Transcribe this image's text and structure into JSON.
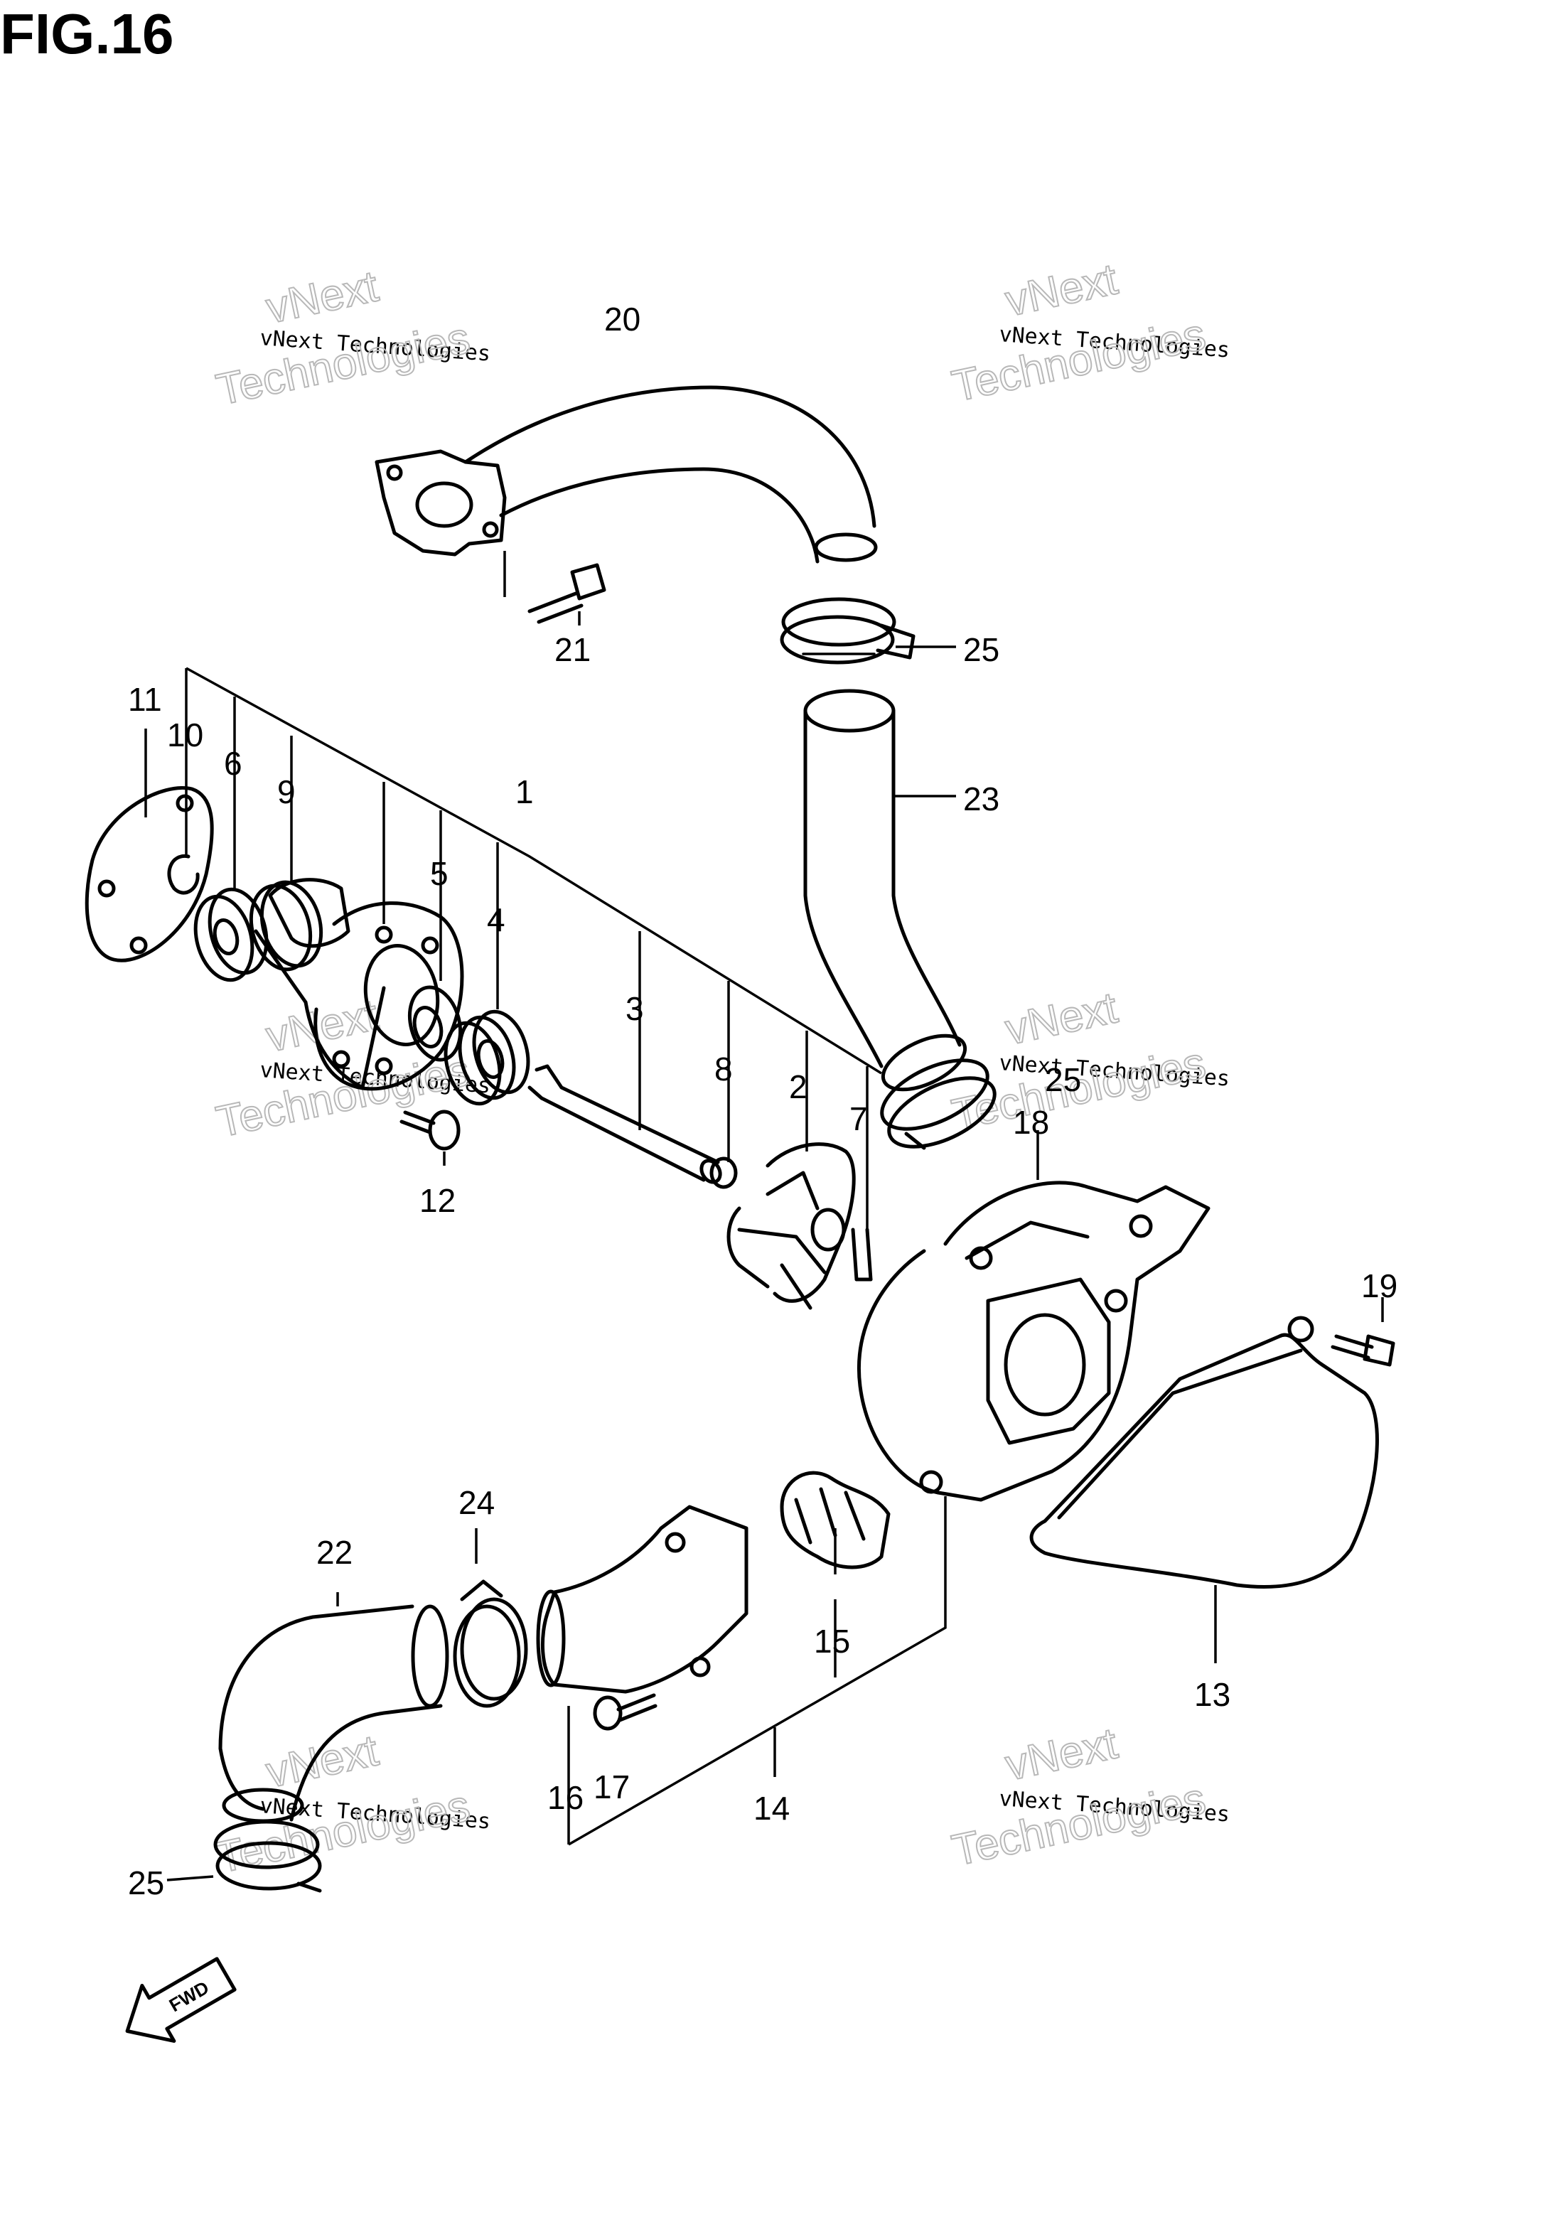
{
  "figure": {
    "title": "FIG.16"
  },
  "callouts": [
    "1",
    "2",
    "3",
    "4",
    "5",
    "6",
    "7",
    "8",
    "9",
    "10",
    "11",
    "12",
    "13",
    "14",
    "15",
    "16",
    "17",
    "18",
    "19",
    "20",
    "21",
    "22",
    "23",
    "24",
    "25"
  ],
  "watermark": {
    "line1": "vNext",
    "line2": "vNext Technologies",
    "line3": "Technologies"
  },
  "direction_badge": "FWD"
}
